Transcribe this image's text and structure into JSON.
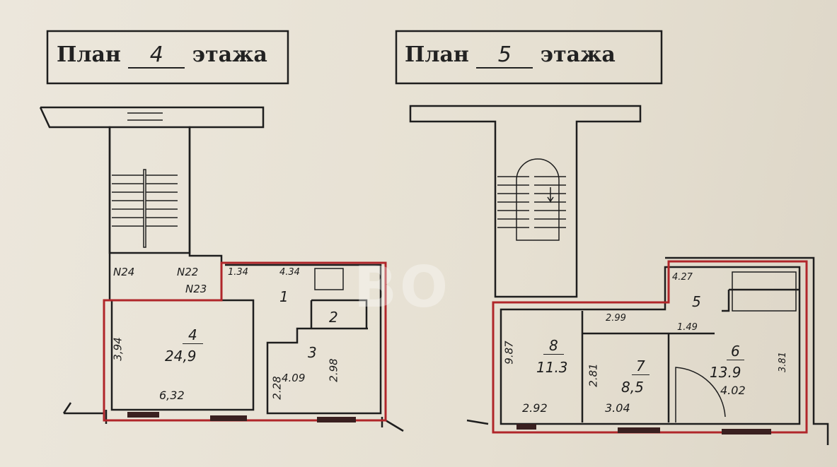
{
  "floor4": {
    "title_prefix": "План",
    "floor_number": "4",
    "title_suffix": "этажа",
    "neighbors": [
      "N24",
      "N22",
      "N23"
    ],
    "rooms": [
      {
        "number": "1",
        "dims": [
          "1.34",
          "4.34"
        ]
      },
      {
        "number": "2"
      },
      {
        "number": "3",
        "dims": [
          "4.09",
          "2.98",
          "2.28"
        ]
      },
      {
        "number": "4",
        "area": "24,9",
        "dims": [
          "3,94",
          "6,32"
        ]
      }
    ]
  },
  "floor5": {
    "title_prefix": "План",
    "floor_number": "5",
    "title_suffix": "этажа",
    "rooms": [
      {
        "number": "5",
        "dims": [
          "4.27",
          "1.49",
          "2.99"
        ]
      },
      {
        "number": "6",
        "area": "13.9",
        "dims": [
          "4.02",
          "3.81"
        ]
      },
      {
        "number": "7",
        "area": "8,5",
        "dims": [
          "2.81",
          "3.04"
        ]
      },
      {
        "number": "8",
        "area": "11.3",
        "dims": [
          "9.87",
          "2.92"
        ]
      }
    ]
  },
  "watermark": "ВО",
  "colors": {
    "outline": "#b0262a",
    "ink": "#1c1c1c",
    "paper": "#e9e3d6"
  }
}
